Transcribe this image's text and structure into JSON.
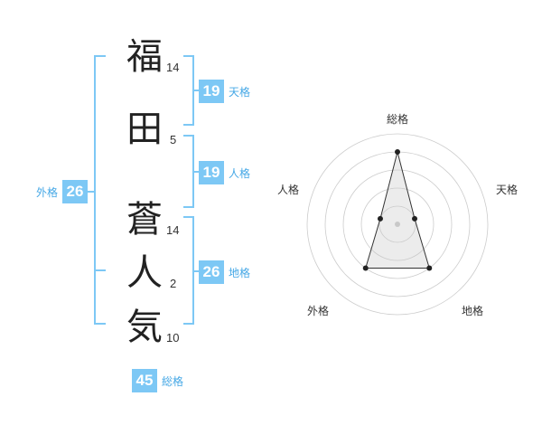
{
  "name": {
    "chars": [
      {
        "char": "福",
        "strokes": "14"
      },
      {
        "char": "田",
        "strokes": "5"
      },
      {
        "char": "蒼",
        "strokes": "14"
      },
      {
        "char": "人",
        "strokes": "2"
      },
      {
        "char": "気",
        "strokes": "10"
      }
    ]
  },
  "fortunes": {
    "tenkaku": {
      "value": "19",
      "label": "天格"
    },
    "jinkaku": {
      "value": "19",
      "label": "人格"
    },
    "chikaku": {
      "value": "26",
      "label": "地格"
    },
    "gaikaku": {
      "value": "26",
      "label": "外格"
    },
    "soukaku": {
      "value": "45",
      "label": "総格"
    }
  },
  "colors": {
    "accent": "#7dc8f5",
    "label": "#46a8e6",
    "bracket": "#7dc8f5",
    "ring": "#cccccc"
  },
  "chart_data": {
    "type": "radar",
    "axes": [
      "総格",
      "天格",
      "地格",
      "外格",
      "人格"
    ],
    "values": [
      4,
      1,
      3,
      3,
      1
    ],
    "max": 5
  }
}
